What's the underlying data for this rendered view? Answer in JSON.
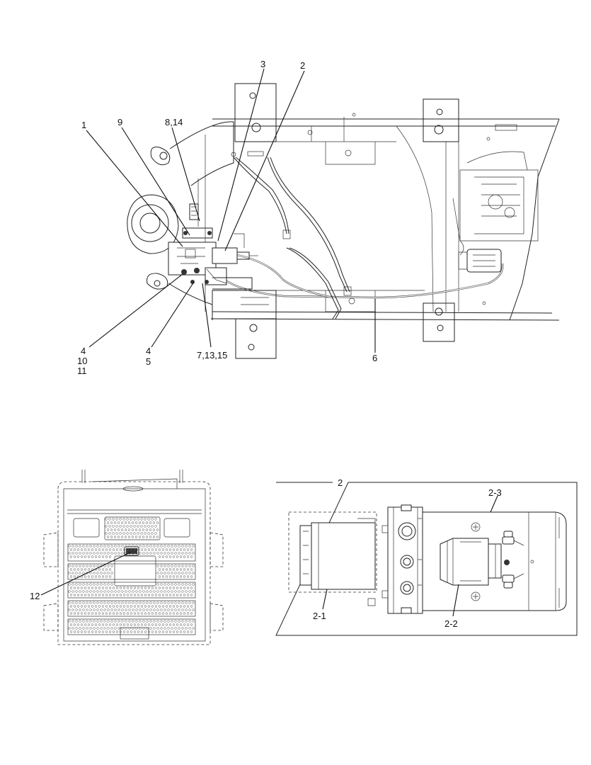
{
  "callouts": {
    "c1": "1",
    "c9": "9",
    "c8_14": "8,14",
    "c3": "3",
    "c2": "2",
    "c4a": "4",
    "c10": "10",
    "c11": "11",
    "c4b": "4",
    "c5": "5",
    "c7_13_15": "7,13,15",
    "c6": "6",
    "c12": "12",
    "detail_2": "2",
    "c2_3": "2-3",
    "c2_1": "2-1",
    "c2_2": "2-2"
  }
}
